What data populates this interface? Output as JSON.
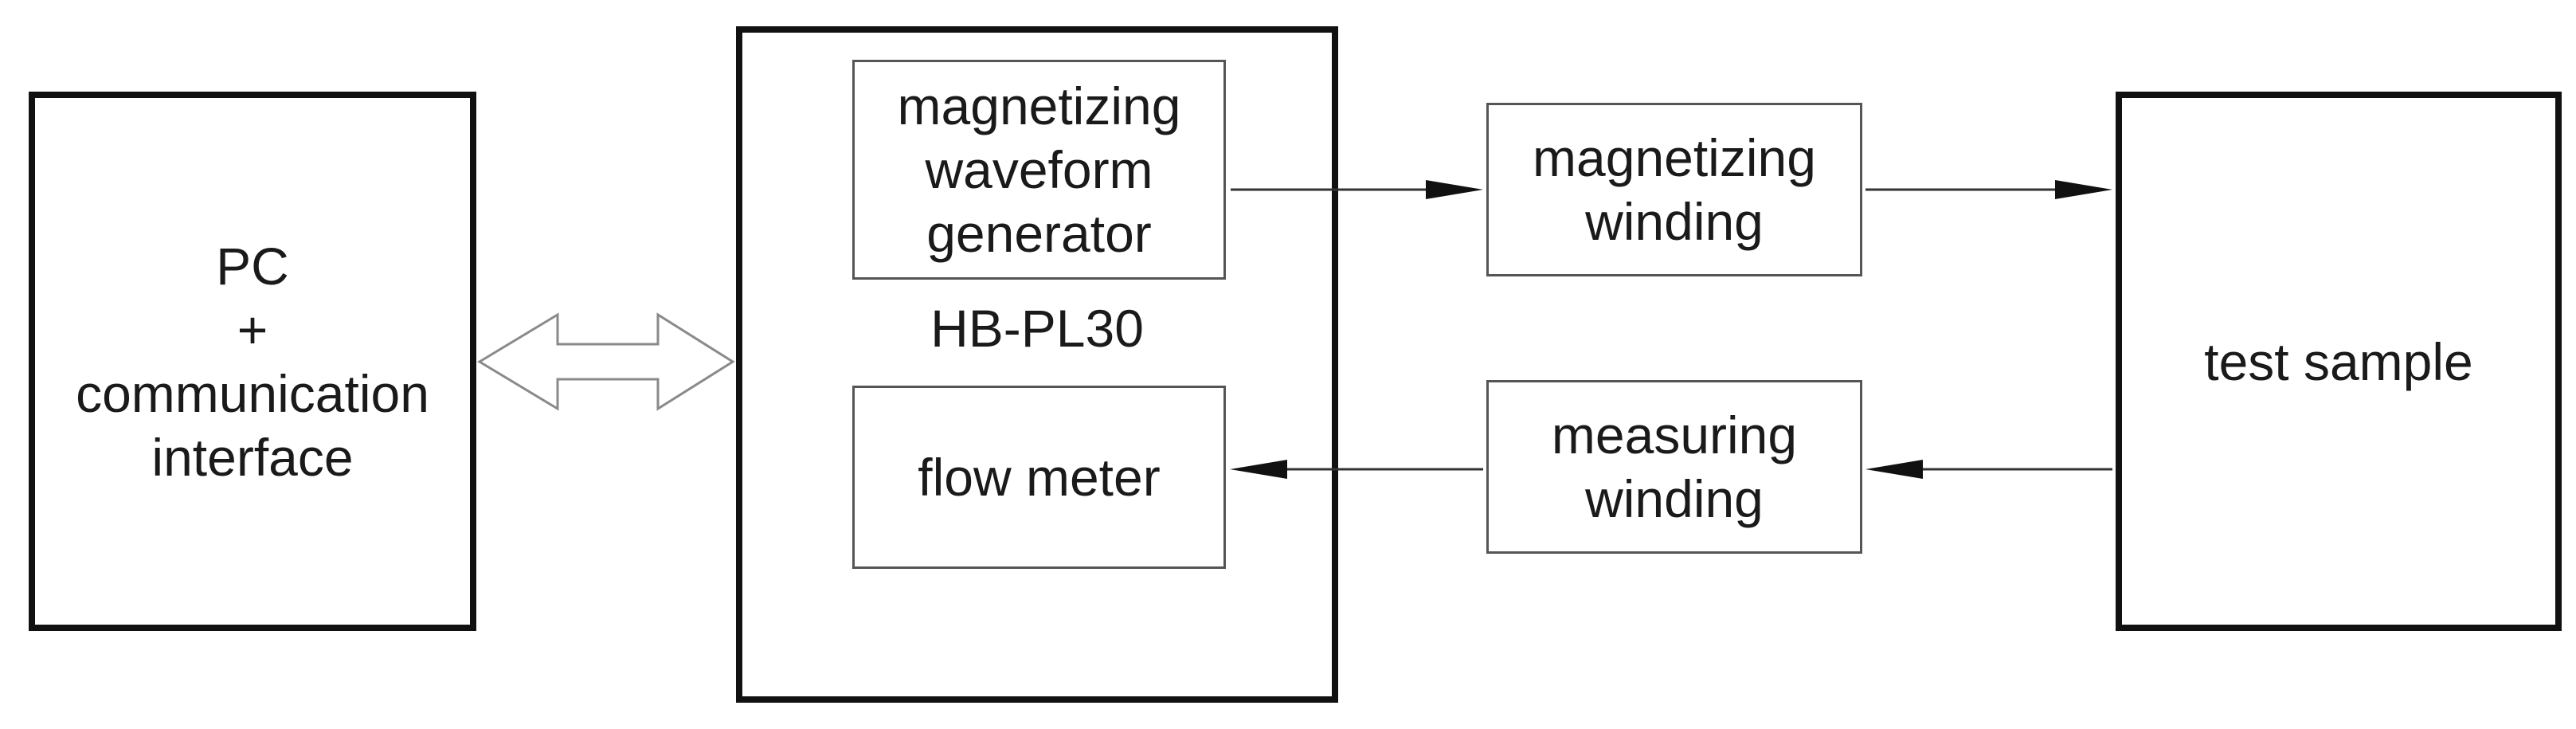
{
  "diagram": {
    "pc_box": {
      "label": "PC\n+\ncommunication\ninterface"
    },
    "hb_box": {
      "label": "HB-PL30"
    },
    "generator_box": {
      "label": "magnetizing\nwaveform\ngenerator"
    },
    "flow_meter_box": {
      "label": "flow meter"
    },
    "magnetizing_winding_box": {
      "label": "magnetizing\nwinding"
    },
    "measuring_winding_box": {
      "label": "measuring\nwinding"
    },
    "test_sample_box": {
      "label": "test sample"
    },
    "connections": [
      {
        "from": "pc_box",
        "to": "hb_box",
        "kind": "bidirectional-hollow"
      },
      {
        "from": "generator_box",
        "to": "magnetizing_winding_box",
        "kind": "arrow"
      },
      {
        "from": "magnetizing_winding_box",
        "to": "test_sample_box",
        "kind": "arrow"
      },
      {
        "from": "test_sample_box",
        "to": "measuring_winding_box",
        "kind": "arrow"
      },
      {
        "from": "measuring_winding_box",
        "to": "flow_meter_box",
        "kind": "arrow"
      }
    ]
  }
}
